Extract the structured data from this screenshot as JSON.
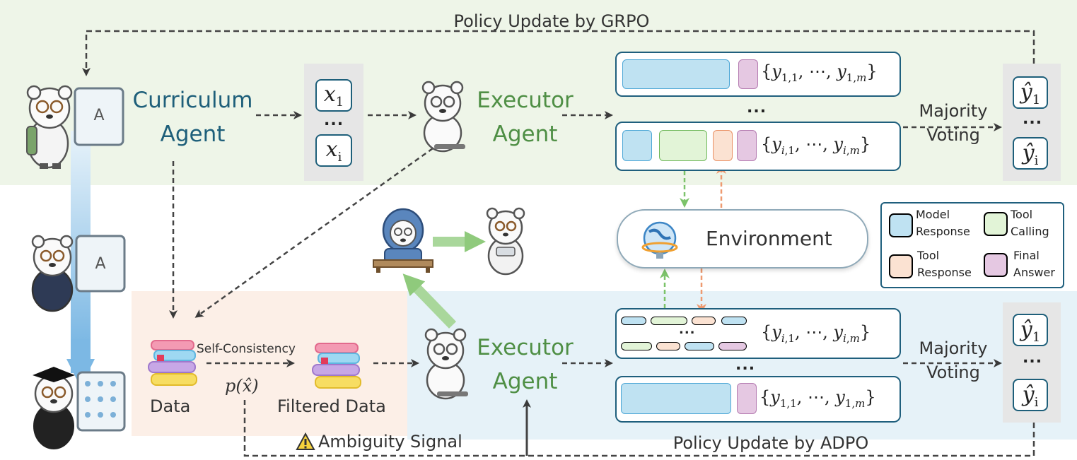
{
  "labels": {
    "grpo": "Policy Update by GRPO",
    "adpo": "Policy Update by ADPO",
    "curriculum_agent": "Curriculum\nAgent",
    "executor_agent_top": "Executor\nAgent",
    "executor_agent_bottom": "Executor\nAgent",
    "majority_top": "Majority\nVoting",
    "majority_bottom": "Majority\nVoting",
    "environment": "Environment",
    "data": "Data",
    "filtered_data": "Filtered Data",
    "self_consistency": "Self-Consistency",
    "p_hat": "p(x̂)",
    "ambiguity": "Ambiguity Signal",
    "dots": "..."
  },
  "questions": {
    "x_first": "x",
    "x_first_sub": "1",
    "x_last": "x",
    "x_last_sub": "i"
  },
  "answers_top": {
    "y_first": "ŷ",
    "y_first_sub": "1",
    "y_last": "ŷ",
    "y_last_sub": "i"
  },
  "answers_bottom": {
    "y_first": "ŷ",
    "y_first_sub": "1",
    "y_last": "ŷ",
    "y_last_sub": "i"
  },
  "sets": {
    "set_1": "{y1,1, ⋯, y1,m}",
    "set_i": "{yi,1, ⋯, yi,m}"
  },
  "legend": {
    "model_response": "Model\nResponse",
    "tool_calling": "Tool\nCalling",
    "tool_response": "Tool\nResponse",
    "final_answer": "Final\nAnswer"
  },
  "colors": {
    "model_response": "#bfe2f2",
    "tool_calling": "#e2f4d7",
    "tool_response": "#fbe2d2",
    "final_answer": "#e5c8e2",
    "box_border": "#1f5f7d",
    "curriculum_text": "#1e5f7a",
    "executor_text": "#4f8f45"
  },
  "icons": {
    "warning": "warning-icon",
    "books": "books-icon",
    "globe": "globe-icon",
    "wrench": "wrench-icon"
  }
}
